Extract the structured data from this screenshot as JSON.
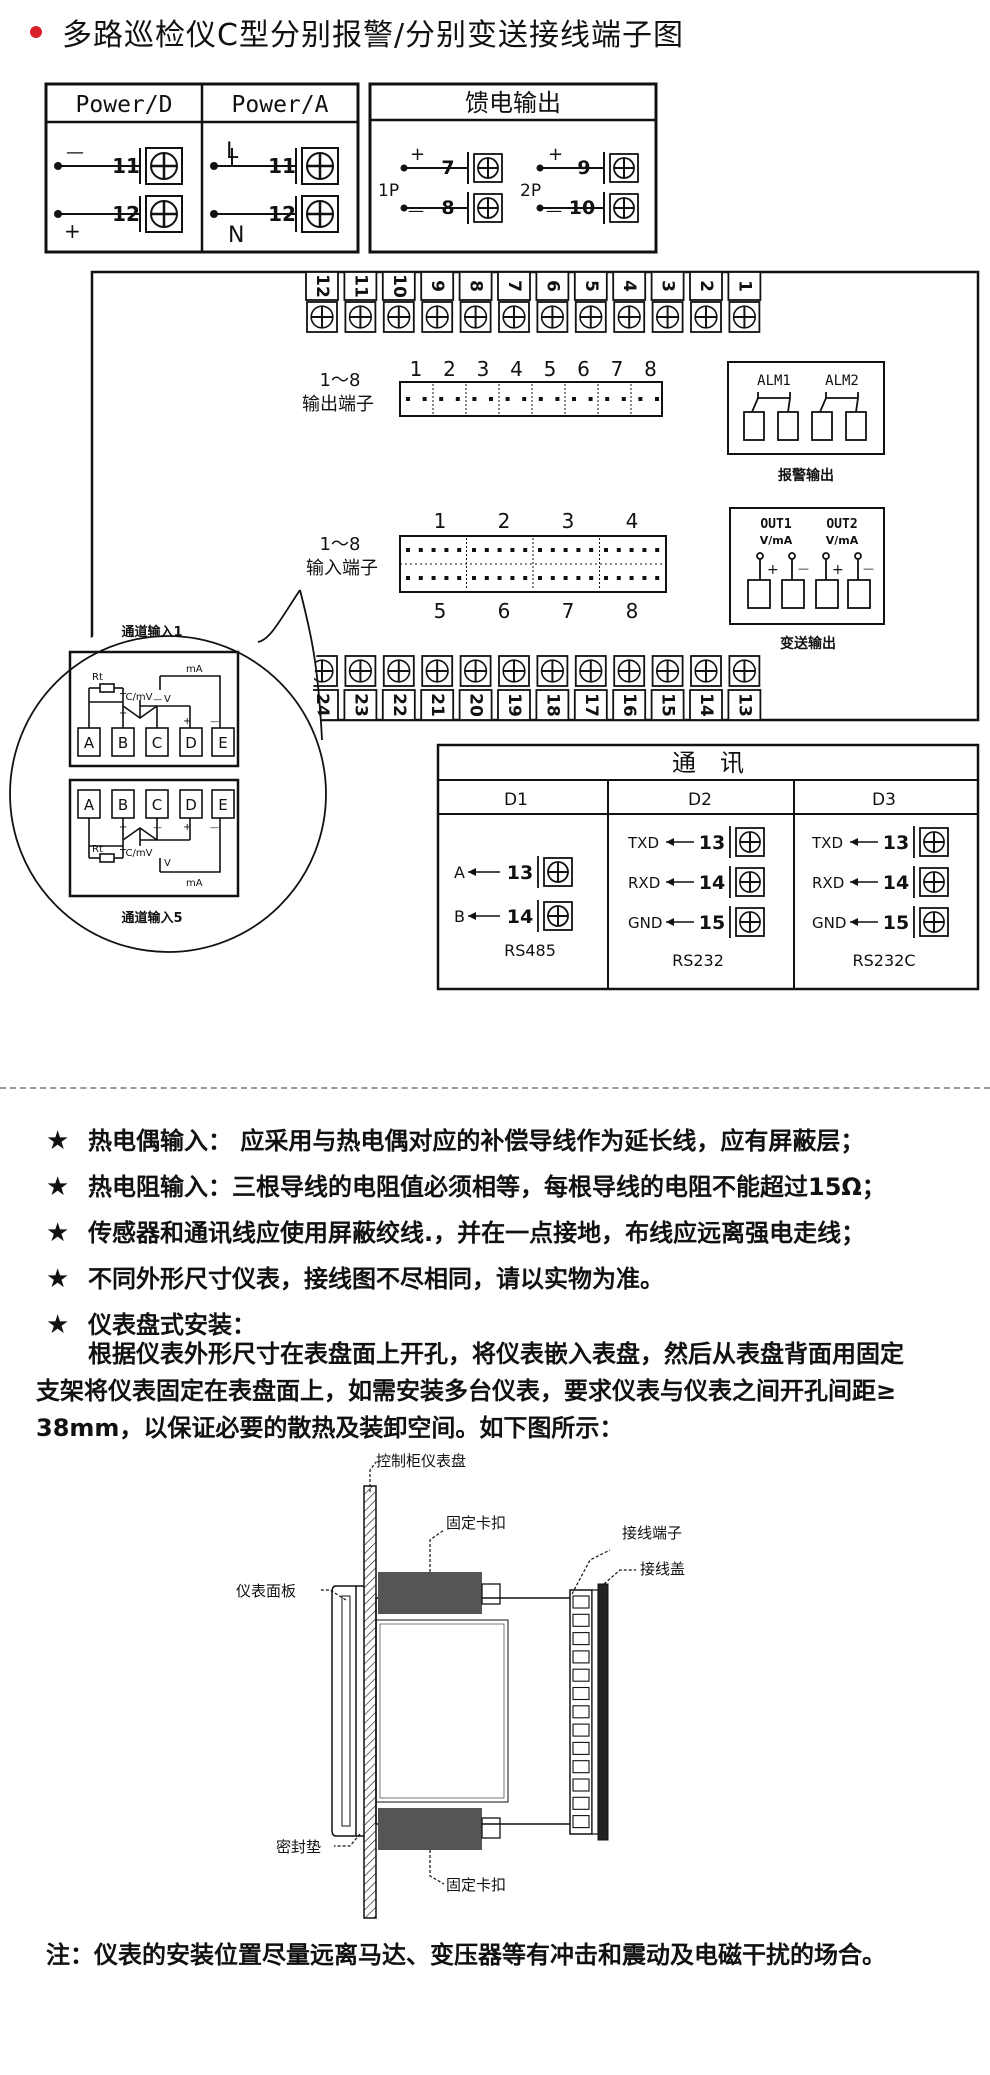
{
  "title": "多路巡检仪C型分别报警/分别变送接线端子图",
  "power": {
    "d_header": "Power/D",
    "a_header": "Power/A",
    "minus": "—",
    "plus": "+",
    "l": "L",
    "n": "N",
    "t11": "11",
    "t12": "12"
  },
  "feed": {
    "header": "馈电输出",
    "p1": "1P",
    "p2": "2P",
    "plus": "+",
    "minus": "—",
    "t7": "7",
    "t8": "8",
    "t9": "9",
    "t10": "10"
  },
  "main": {
    "top_terms": [
      "12",
      "11",
      "10",
      "9",
      "8",
      "7",
      "6",
      "5",
      "4",
      "3",
      "2",
      "1"
    ],
    "bottom_terms": [
      "24",
      "23",
      "22",
      "21",
      "20",
      "19",
      "18",
      "17",
      "16",
      "15",
      "14",
      "13"
    ],
    "out_range": "1～8",
    "out_label": "输出端子",
    "out_nums": [
      "1",
      "2",
      "3",
      "4",
      "5",
      "6",
      "7",
      "8"
    ],
    "in_range": "1～8",
    "in_label": "输入端子",
    "in_top": [
      "1",
      "2",
      "3",
      "4"
    ],
    "in_bottom": [
      "5",
      "6",
      "7",
      "8"
    ],
    "alm1": "ALM1",
    "alm2": "ALM2",
    "alarm_label": "报警输出",
    "out1": "OUT1",
    "out2": "OUT2",
    "vma": "V/mA",
    "plus": "+",
    "minus": "—",
    "trans_label": "变送输出"
  },
  "channel": {
    "title1": "通道输入1",
    "title5": "通道输入5",
    "rt": "Rt",
    "tcmv": "TC/mV",
    "v": "V",
    "ma": "mA",
    "plus": "+",
    "minus": "—",
    "letters": [
      "A",
      "B",
      "C",
      "D",
      "E"
    ]
  },
  "comm": {
    "header": "通　讯",
    "d1": "D1",
    "d2": "D2",
    "d3": "D3",
    "a": "A",
    "b": "B",
    "txd": "TXD",
    "rxd": "RXD",
    "gnd": "GND",
    "t13": "13",
    "t14": "14",
    "t15": "15",
    "rs485": "RS485",
    "rs232": "RS232",
    "rs232c": "RS232C"
  },
  "notes": [
    "热电偶输入： 应采用与热电偶对应的补偿导线作为延长线，应有屏蔽层；",
    "热电阻输入：三根导线的电阻值必须相等，每根导线的电阻不能超过15Ω；",
    "传感器和通讯线应使用屏蔽绞线.，并在一点接地，布线应远离强电走线；",
    "不同外形尺寸仪表，接线图不尽相同，请以实物为准。",
    "仪表盘式安装："
  ],
  "star": "★",
  "paragraph": [
    "根据仪表外形尺寸在表盘面上开孔，将仪表嵌入表盘，然后从表盘背面用固定",
    "支架将仪表固定在表盘面上，如需安装多台仪表，要求仪表与仪表之间开孔间距≥",
    "38mm，以保证必要的散热及装卸空间。如下图所示："
  ],
  "install": {
    "panel": "控制柜仪表盘",
    "clip_top": "固定卡扣",
    "face": "仪表面板",
    "terminal": "接线端子",
    "cover": "接线盖",
    "seal": "密封垫",
    "clip_bottom": "固定卡扣"
  },
  "footnote": "注：仪表的安装位置尽量远离马达、变压器等有冲击和震动及电磁干扰的场合。"
}
